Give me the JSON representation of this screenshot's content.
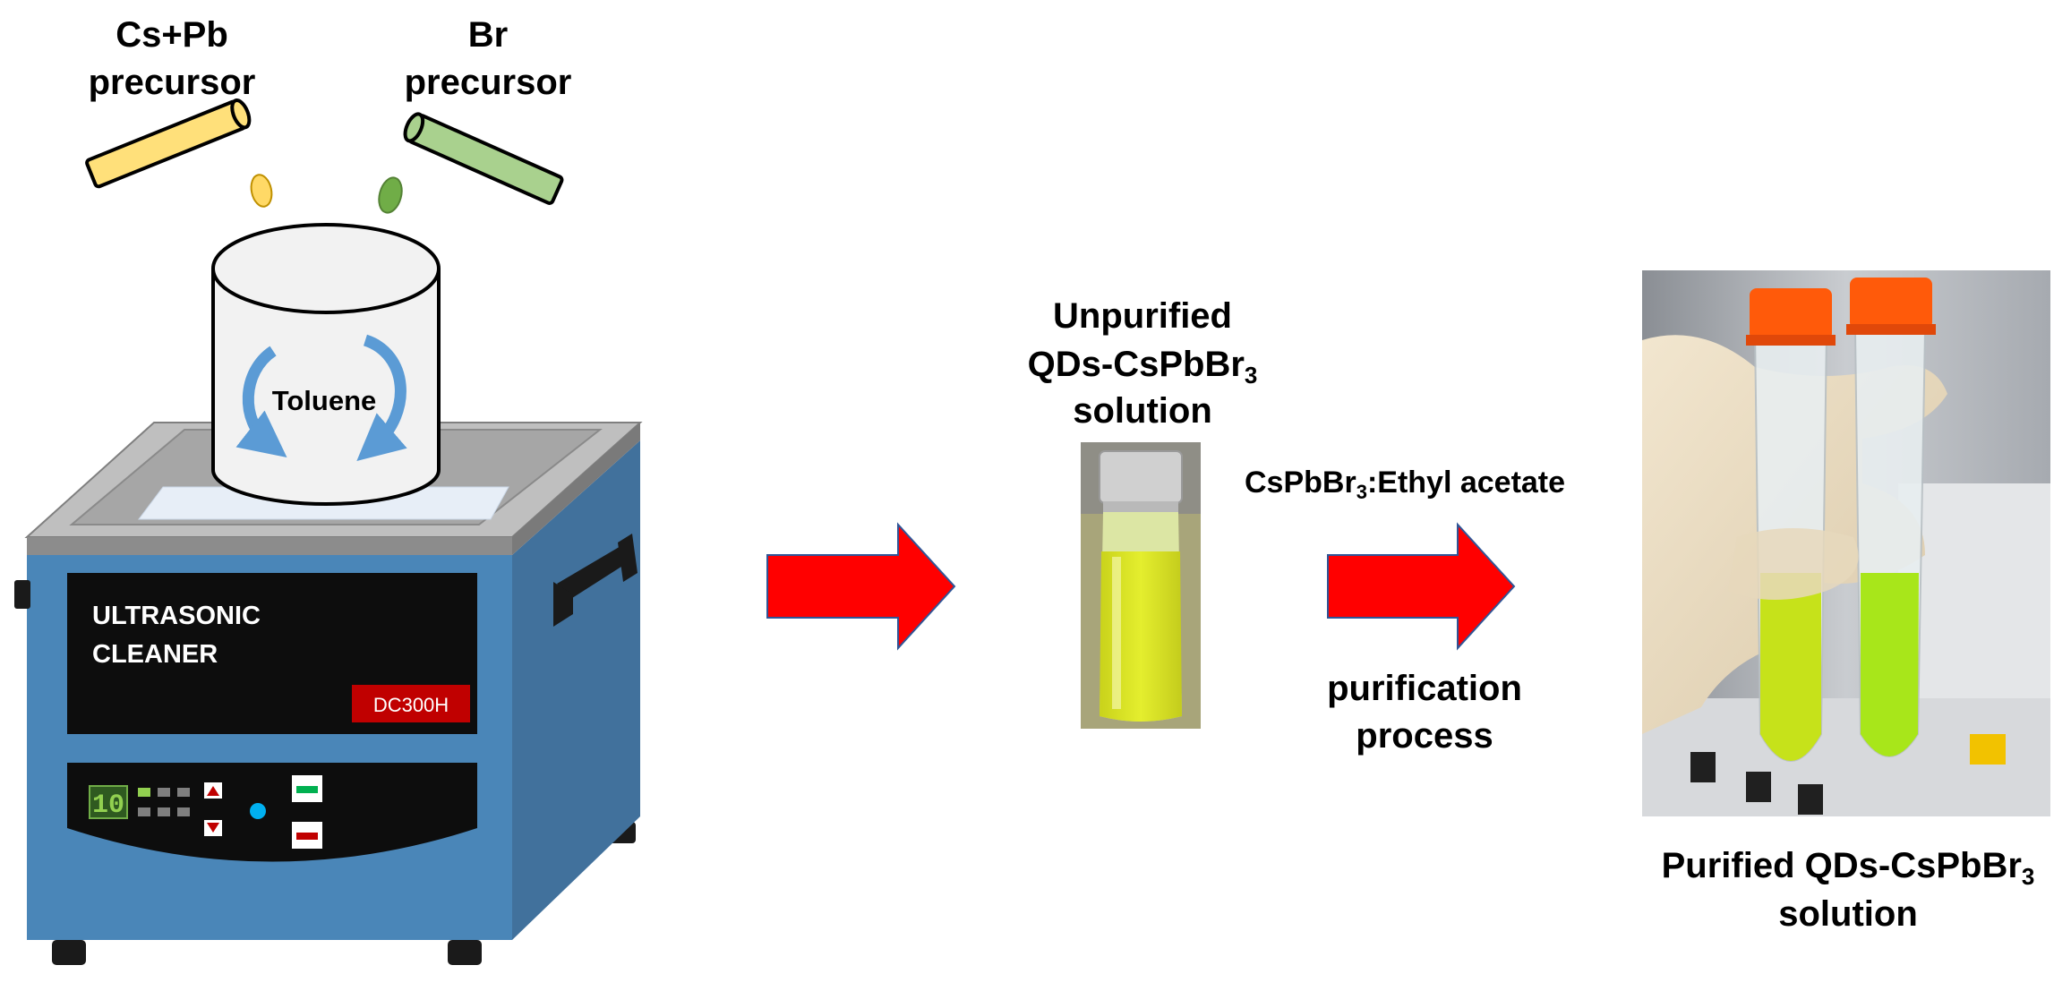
{
  "labels": {
    "cs_pb_line1": "Cs+Pb",
    "cs_pb_line2": "precursor",
    "br_line1": "Br",
    "br_line2": "precursor",
    "solvent": "Toluene",
    "unpurified_line1": "Unpurified",
    "unpurified_line2": "QDs-CsPbBr",
    "unpurified_sub": "3",
    "unpurified_line3": "solution",
    "ratio_main": "CsPbBr",
    "ratio_sub": "3",
    "ratio_rest": ":Ethyl acetate",
    "process_line1": "purification",
    "process_line2": "process",
    "purified_line1": "Purified QDs-CsPbBr",
    "purified_sub": "3",
    "purified_line2": "solution"
  },
  "device": {
    "name_line1": "ULTRASONIC",
    "name_line2": "CLEANER",
    "model": "DC300H",
    "display": "10"
  },
  "icons": {
    "cleaner": "ultrasonic-cleaner-icon",
    "beaker": "beaker-icon",
    "tube_cs_pb": "test-tube-yellow-icon",
    "tube_br": "test-tube-green-icon",
    "arrow": "right-arrow-icon",
    "vial": "vial-photo",
    "tubes_photo": "centrifuge-tubes-photo"
  },
  "colors": {
    "tube_yellow": "#FFE07A",
    "tube_green": "#A9D18E",
    "drop_yellow": "#FFD966",
    "drop_green": "#70AD47",
    "cleaner_blue": "#4A86B8",
    "arrow_red": "#FF0000",
    "solution_yellow": "#D8E21A",
    "solution_green": "#9BE21A",
    "cap_orange": "#FF5A0A",
    "model_red": "#C00000"
  }
}
